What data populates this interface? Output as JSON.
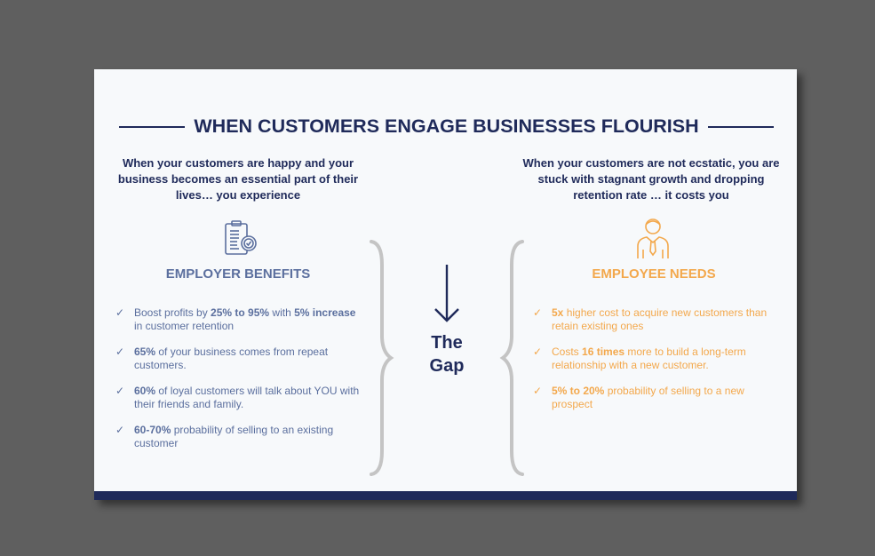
{
  "title": "WHEN CUSTOMERS ENGAGE BUSINESSES FLOURISH",
  "left": {
    "subtitle": "When your customers are happy and your business becomes an essential part of their lives… you experience",
    "heading": "EMPLOYER BENEFITS",
    "items": [
      [
        {
          "t": "Boost profits by "
        },
        {
          "t": "25% to 95%",
          "b": true
        },
        {
          "t": " with "
        },
        {
          "t": "5% increase",
          "b": true
        },
        {
          "t": " in customer retention"
        }
      ],
      [
        {
          "t": "65%",
          "b": true
        },
        {
          "t": " of your business comes from repeat customers."
        }
      ],
      [
        {
          "t": "60%",
          "b": true
        },
        {
          "t": " of loyal customers will talk about YOU with their friends and family."
        }
      ],
      [
        {
          "t": "60-70%",
          "b": true
        },
        {
          "t": " probability of selling to an existing customer"
        }
      ]
    ]
  },
  "gap": {
    "line1": "The",
    "line2": "Gap"
  },
  "right": {
    "subtitle": "When your customers are not ecstatic, you are stuck with stagnant growth and dropping retention rate … it costs you",
    "heading": "EMPLOYEE NEEDS",
    "items": [
      [
        {
          "t": "5x",
          "b": true
        },
        {
          "t": " higher cost to acquire new customers than retain existing ones"
        }
      ],
      [
        {
          "t": "Costs "
        },
        {
          "t": "16 times",
          "b": true
        },
        {
          "t": " more to build a long-term relationship with a new customer."
        }
      ],
      [
        {
          "t": "5% to 20%",
          "b": true
        },
        {
          "t": " probability of selling to a new prospect"
        }
      ]
    ]
  },
  "colors": {
    "navy": "#1f2a5a",
    "blue": "#5b6f9e",
    "orange": "#f3a84c",
    "brace": "#c4c4c4"
  }
}
